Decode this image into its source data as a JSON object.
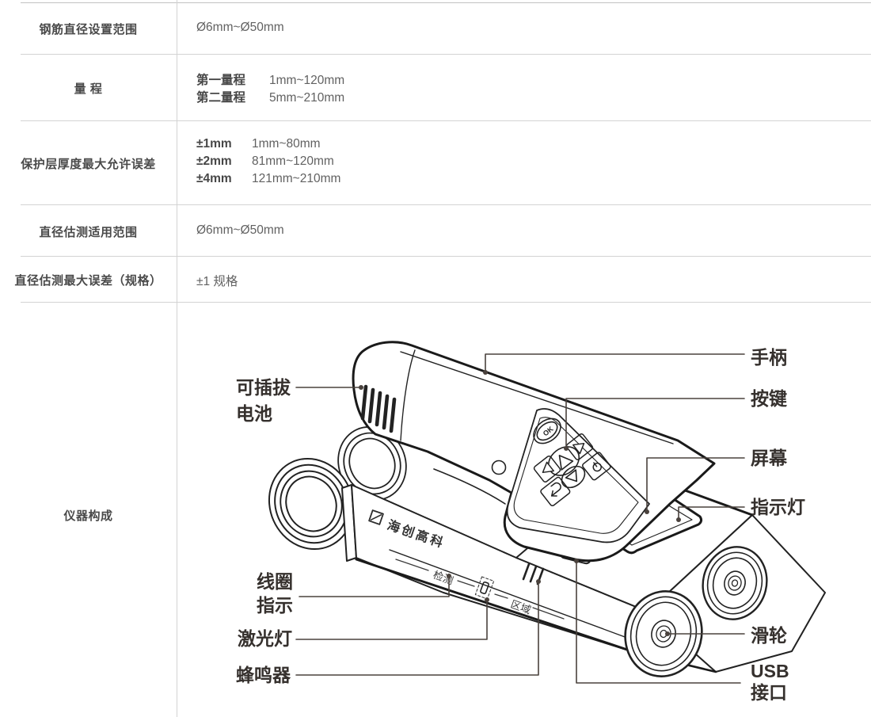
{
  "table": {
    "rows": [
      {
        "label": "钢筋直径设置范围",
        "value": "Ø6mm~Ø50mm"
      },
      {
        "label": "量 程",
        "lines": [
          {
            "k": "第一量程",
            "v": "1mm~120mm"
          },
          {
            "k": "第二量程",
            "v": "5mm~210mm"
          }
        ]
      },
      {
        "label": "保护层厚度最大允许误差",
        "lines": [
          {
            "k": "±1mm",
            "v": "1mm~80mm"
          },
          {
            "k": "±2mm",
            "v": "81mm~120mm"
          },
          {
            "k": "±4mm",
            "v": "121mm~210mm"
          }
        ]
      },
      {
        "label": "直径估测适用范围",
        "value": "Ø6mm~Ø50mm"
      },
      {
        "label": "直径估测最大误差（规格）",
        "value": "±1 规格"
      },
      {
        "label": "仪器构成"
      }
    ]
  },
  "diagram": {
    "labels": {
      "handle": "手柄",
      "keys": "按键",
      "screen": "屏幕",
      "indicator": "指示灯",
      "wheel": "滑轮",
      "usb_1": "USB",
      "usb_2": "接口",
      "battery_1": "可插拔",
      "battery_2": "电池",
      "coil_1": "线圈",
      "coil_2": "指示",
      "laser": "激光灯",
      "buzzer": "蜂鸣器"
    },
    "print": {
      "brand": "海创高科",
      "rail_left": "检测",
      "rail_right": "区域",
      "ok": "OK"
    },
    "colors": {
      "line_art": "#222222",
      "leader": "#4a423d",
      "label_text": "#35302d",
      "table_border": "#d3d3d3",
      "label_column_text": "#4a4a4a",
      "value_text": "#616161"
    }
  }
}
